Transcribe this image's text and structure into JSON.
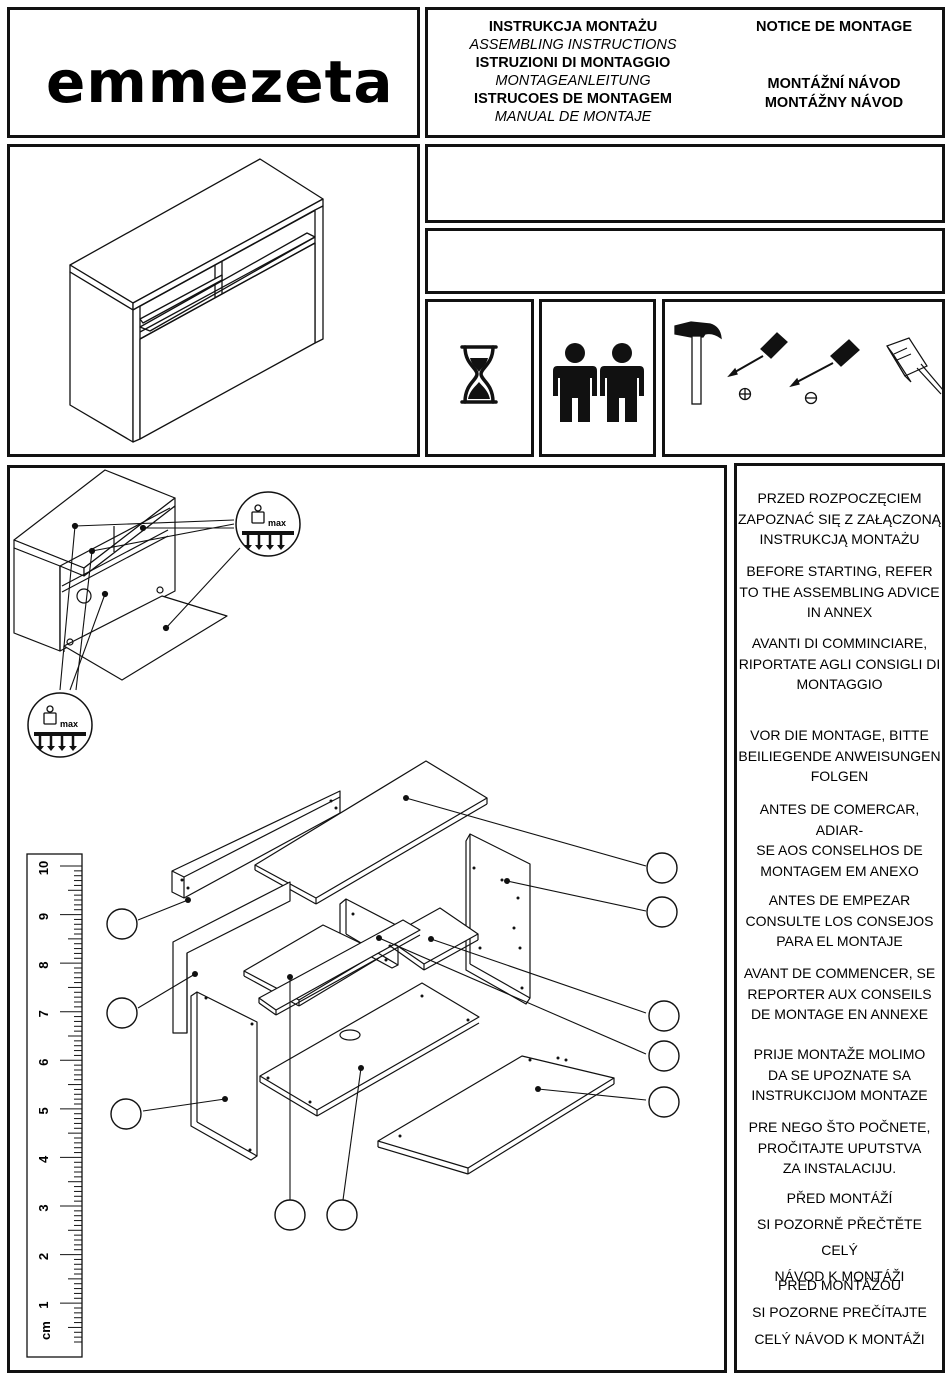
{
  "header": {
    "brand": "emmezeta",
    "titles_left": [
      {
        "text": "INSTRUKCJA MONTAŻU",
        "style": "b"
      },
      {
        "text": "ASSEMBLING INSTRUCTIONS",
        "style": "i"
      },
      {
        "text": "ISTRUZIONI DI MONTAGGIO",
        "style": "b"
      },
      {
        "text": "MONTAGEANLEITUNG",
        "style": "i"
      },
      {
        "text": "ISTRUCOES DE MONTAGEM",
        "style": "b"
      },
      {
        "text": "MANUAL DE MONTAJE",
        "style": "i"
      }
    ],
    "title_fr": "NOTICE DE MONTAGE",
    "title_cz": "MONTÁŽNÍ NÁVOD",
    "title_sk": "MONTÁŽNY NÁVOD"
  },
  "icons": {
    "time": "hourglass-icon",
    "people": "two-persons-icon",
    "tools": [
      "hammer-icon",
      "phillips-screwdriver-icon",
      "flat-screwdriver-icon",
      "tape-measure-icon"
    ]
  },
  "load_symbol": {
    "label": "max"
  },
  "ruler": {
    "unit": "cm",
    "labels": [
      "1",
      "2",
      "3",
      "4",
      "5",
      "6",
      "7",
      "8",
      "9",
      "10"
    ]
  },
  "advice": [
    {
      "lines": [
        "PRZED ROZPOCZĘCIEM",
        "ZAPOZNAĆ SIĘ Z ZAŁĄCZONĄ",
        "INSTRUKCJĄ MONTAŻU"
      ],
      "style": "i"
    },
    {
      "lines": [
        "BEFORE STARTING, REFER",
        "TO THE ASSEMBLING ADVICE",
        "IN ANNEX"
      ],
      "style": "b"
    },
    {
      "lines": [
        "AVANTI DI COMMINCIARE,",
        "RIPORTATE AGLI CONSIGLI DI",
        "MONTAGGIO"
      ],
      "style": "i"
    },
    {
      "lines": [
        "VOR DIE MONTAGE, BITTE",
        "BEILIEGENDE ANWEISUNGEN",
        "FOLGEN"
      ],
      "style": "b"
    },
    {
      "lines": [
        "ANTES DE COMERCAR, ADIAR-",
        "SE AOS CONSELHOS DE",
        "MONTAGEM EM ANEXO"
      ],
      "style": "i"
    },
    {
      "lines": [
        "ANTES DE EMPEZAR",
        "CONSULTE LOS CONSEJOS",
        "PARA EL MONTAJE"
      ],
      "style": "b"
    },
    {
      "lines": [
        "AVANT DE COMMENCER, SE",
        "REPORTER AUX CONSEILS",
        "DE MONTAGE EN ANNEXE"
      ],
      "style": "i"
    },
    {
      "lines": [
        "PRIJE MONTAŽE MOLIMO",
        "DA SE UPOZNATE SA",
        "INSTRUKCIJOM MONTAZE"
      ],
      "style": "b"
    },
    {
      "lines": [
        "PRE NEGO ŠTO POČNETE,",
        "PROČITAJTE UPUTSTVA",
        "ZA INSTALACIJU."
      ],
      "style": "i"
    },
    {
      "lines": [
        "PŘED MONTÁŽÍ",
        "SI POZORNĚ PŘEČTĚTE CELÝ",
        "NÁVOD K MONTÁŽI"
      ],
      "style": "b"
    },
    {
      "lines": [
        "PRED MONTÁŽOU",
        "SI POZORNE PREČÍTAJTE",
        "CELÝ NÁVOD K MONTÁŽI"
      ],
      "style": "i"
    }
  ]
}
